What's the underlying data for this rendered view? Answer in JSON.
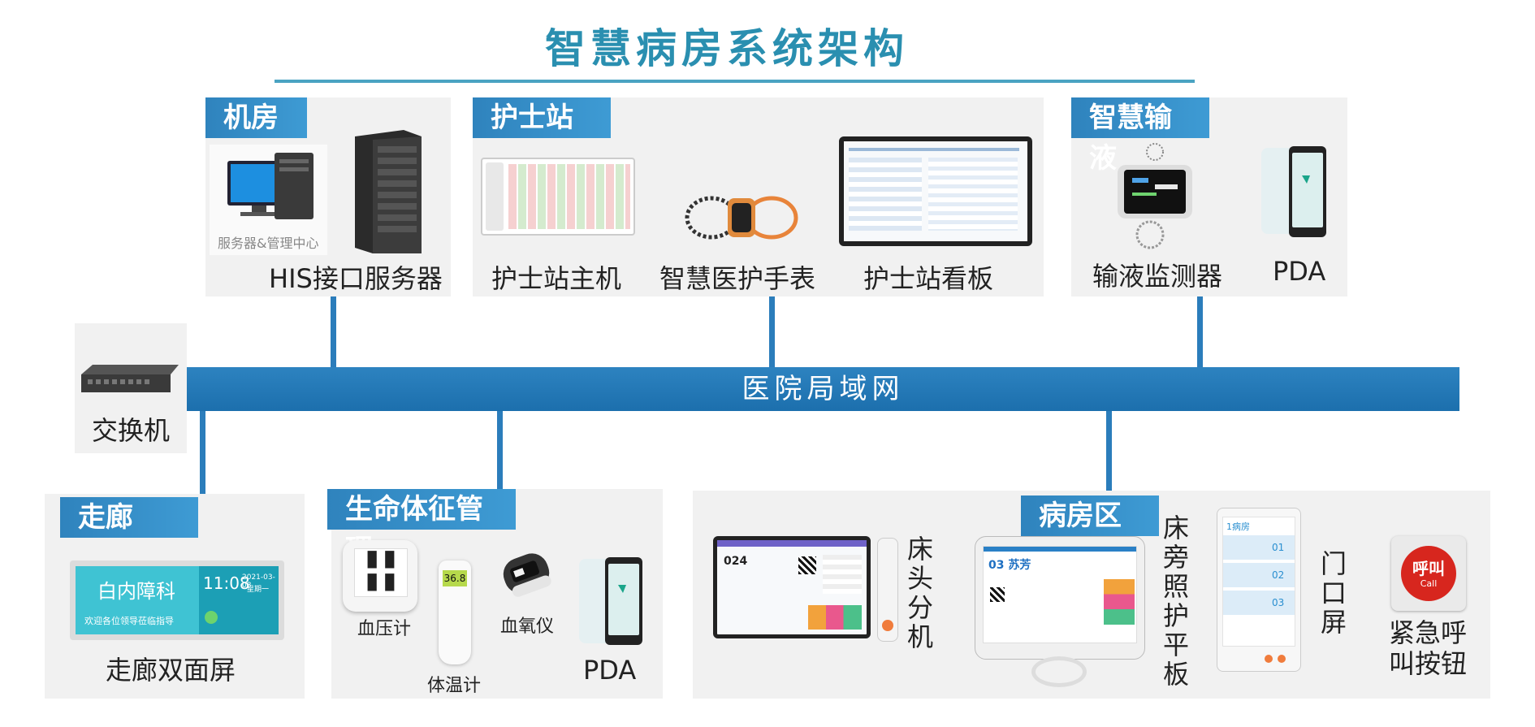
{
  "title": "智慧病房系统架构",
  "bus_label": "医院局域网",
  "switch": {
    "label": "交换机"
  },
  "server_room": {
    "tag": "机房",
    "pc_caption": "服务器&管理中心",
    "device_label": "HIS接口服务器"
  },
  "nurse_station": {
    "tag": "护士站",
    "devices": [
      "护士站主机",
      "智慧医护手表",
      "护士站看板"
    ]
  },
  "infusion": {
    "tag": "智慧输液",
    "devices": [
      "输液监测器",
      "PDA"
    ]
  },
  "corridor": {
    "tag": "走廊",
    "screen_title": "白内障科",
    "screen_time": "11:08",
    "screen_date": "2021-03-08",
    "screen_weekday": "星期一",
    "screen_welcome": "欢迎各位领导莅临指导",
    "device_label": "走廊双面屏"
  },
  "vitals": {
    "tag": "生命体征管理",
    "devices": [
      "血压计",
      "体温计",
      "血氧仪",
      "PDA"
    ],
    "thermometer_reading": "36.8"
  },
  "ward": {
    "tag": "病房区域",
    "bedside_label": "床头分机",
    "bedside_room": "024",
    "tablet_label": "床旁照护平板",
    "tablet_room": "03 苏芳",
    "door_label": "门口屏",
    "door_header": "1病房",
    "door_beds": [
      "01",
      "02",
      "03"
    ],
    "call_label": "紧急呼叫按钮",
    "call_text": "呼叫",
    "call_sub": "Call"
  },
  "colors": {
    "accent": "#2f83bd",
    "bus": "#1e73b4",
    "title": "#2a8fb0",
    "call_red": "#d7261e"
  }
}
